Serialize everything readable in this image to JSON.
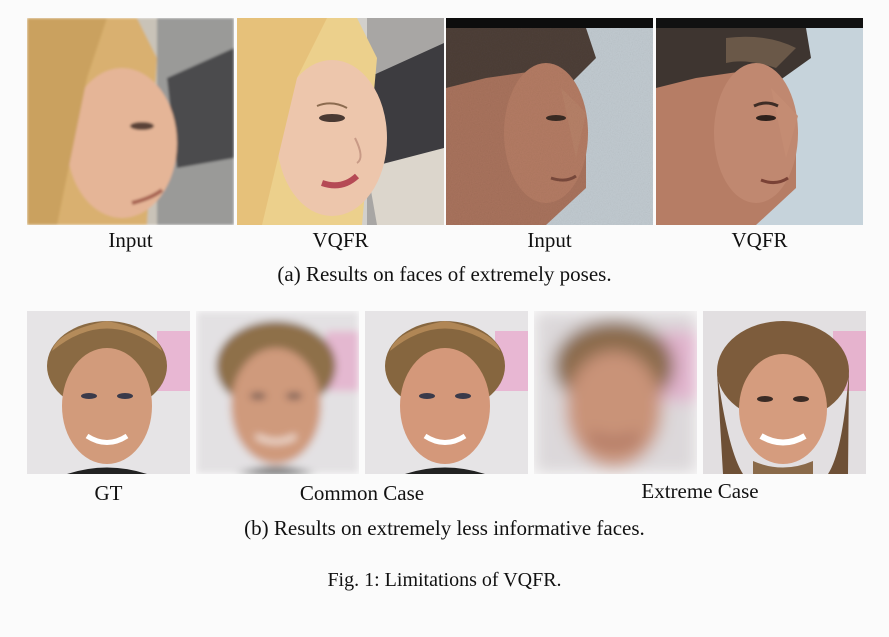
{
  "row_a": {
    "labels": [
      "Input",
      "VQFR",
      "Input",
      "VQFR"
    ],
    "caption": "(a) Results on faces of extremely poses."
  },
  "row_b": {
    "labels": {
      "gt": "GT",
      "common": "Common Case",
      "extreme": "Extreme Case"
    },
    "caption": "(b) Results on extremely less informative faces."
  },
  "figure_caption": "Fig. 1: Limitations of VQFR."
}
